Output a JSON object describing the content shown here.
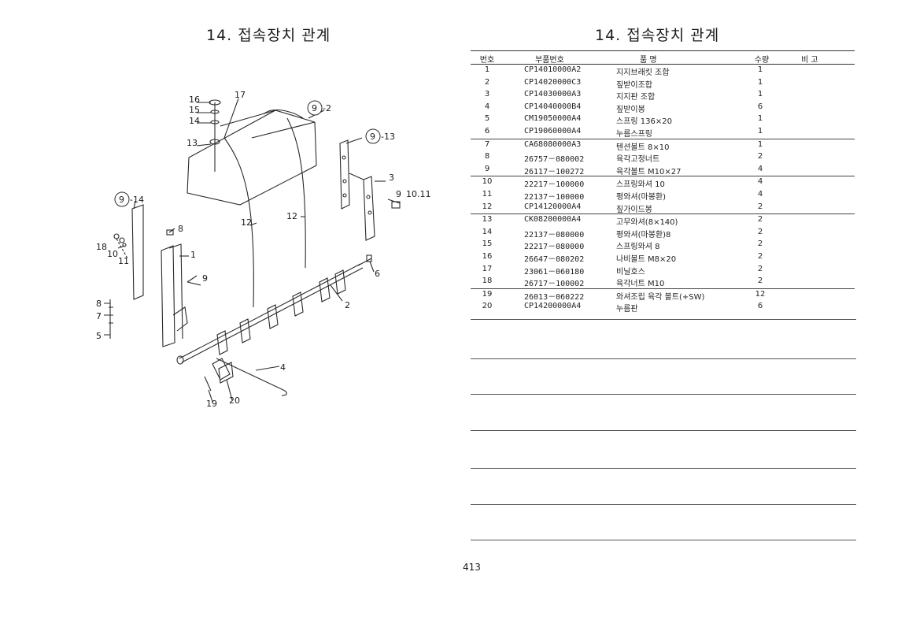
{
  "left_title": "14. 접속장치 관계",
  "right_title": "14. 접속장치 관계",
  "page_number": "413",
  "diagram_labels": {
    "l16": "16",
    "l15": "15",
    "l14": "14",
    "l13": "13",
    "l17": "17",
    "c9_2_num": "9",
    "c9_2_suffix": "-2",
    "c9_13_num": "9",
    "c9_13_suffix": "-13",
    "c9_14_num": "9",
    "c9_14_suffix": "-14",
    "l3": "3",
    "l9_1011": "9",
    "l1011": "10.11",
    "l12a": "12",
    "l12b": "12",
    "l8a": "8",
    "l18": "18",
    "l10": "10",
    "l11": "11",
    "l1": "1",
    "l9b": "9",
    "l8b": "8",
    "l7": "7",
    "l5": "5",
    "l6": "6",
    "l2": "2",
    "l4": "4",
    "l19": "19",
    "l20": "20"
  },
  "table": {
    "headers": {
      "no": "번호",
      "part_no": "부품번호",
      "name": "품   명",
      "qty": "수량",
      "remark": "비  고"
    },
    "rows": [
      {
        "no": "1",
        "part_no": "CP14010000A2",
        "name": "지지브래킷 조합",
        "qty": "1"
      },
      {
        "no": "2",
        "part_no": "CP14020000C3",
        "name": "짚받이조합",
        "qty": "1"
      },
      {
        "no": "3",
        "part_no": "CP14030000A3",
        "name": "지지판 조합",
        "qty": "1"
      },
      {
        "no": "4",
        "part_no": "CP14040000B4",
        "name": "짚받이봉",
        "qty": "6"
      },
      {
        "no": "5",
        "part_no": "CM19050000A4",
        "name": "스프링 136×20",
        "qty": "1"
      },
      {
        "no": "6",
        "part_no": "CP19060000A4",
        "name": "누름스프링",
        "qty": "1"
      },
      {
        "no": "7",
        "part_no": "CA68080000A3",
        "name": "텐션볼트 8×10",
        "qty": "1"
      },
      {
        "no": "8",
        "part_no": "26757－080002",
        "name": "육각고정너트",
        "qty": "2"
      },
      {
        "no": "9",
        "part_no": "26117－100272",
        "name": "육각볼트 M10×27",
        "qty": "4"
      },
      {
        "no": "10",
        "part_no": "22217－100000",
        "name": "스프링와셔 10",
        "qty": "4"
      },
      {
        "no": "11",
        "part_no": "22137－100000",
        "name": "평와셔(마봉환)",
        "qty": "4"
      },
      {
        "no": "12",
        "part_no": "CP14120000A4",
        "name": "짚가이드봉",
        "qty": "2"
      },
      {
        "no": "13",
        "part_no": "CK08200000A4",
        "name": "고무와셔(8×140)",
        "qty": "2"
      },
      {
        "no": "14",
        "part_no": "22137－080000",
        "name": "평와셔(마봉환)8",
        "qty": "2"
      },
      {
        "no": "15",
        "part_no": "22217－080000",
        "name": "스프링와셔 8",
        "qty": "2"
      },
      {
        "no": "16",
        "part_no": "26647－080202",
        "name": "나비볼트 M8×20",
        "qty": "2"
      },
      {
        "no": "17",
        "part_no": "23061－060180",
        "name": "비닐호스",
        "qty": "2"
      },
      {
        "no": "18",
        "part_no": "26717－100002",
        "name": "육각너트 M10",
        "qty": "2"
      },
      {
        "no": "19",
        "part_no": "26013－060222",
        "name": "와셔조립 육각 볼트(+SW)",
        "qty": "12"
      },
      {
        "no": "20",
        "part_no": "CP14200000A4",
        "name": "누름판",
        "qty": "6"
      }
    ]
  }
}
